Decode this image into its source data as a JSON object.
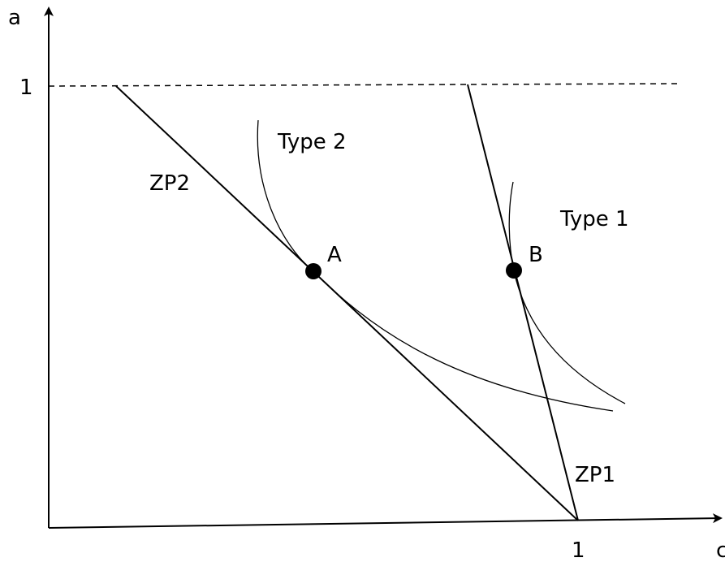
{
  "axes": {
    "y_label": "a",
    "x_label": "c",
    "y_tick": "1",
    "x_tick": "1"
  },
  "lines": {
    "zp2_label": "ZP2",
    "zp1_label": "ZP1"
  },
  "curves": {
    "type2_label": "Type 2",
    "type1_label": "Type 1"
  },
  "points": {
    "a_label": "A",
    "b_label": "B"
  },
  "colors": {
    "ink": "#000000",
    "background": "#ffffff"
  }
}
